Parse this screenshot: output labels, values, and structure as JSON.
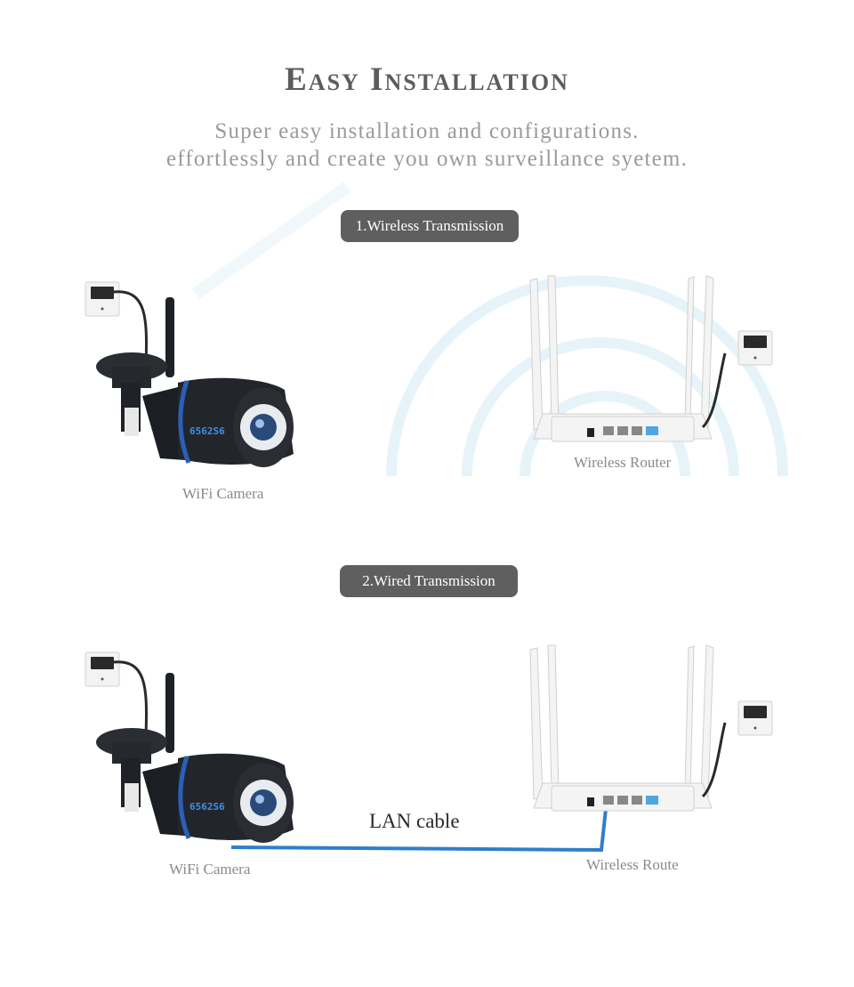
{
  "header": {
    "title": "Easy Installation",
    "subtitle_line1": "Super easy installation and configurations.",
    "subtitle_line2": "effortlessly and create you own surveillance syetem."
  },
  "section1": {
    "label": "1.Wireless Transmission",
    "camera_caption": "WiFi Camera",
    "router_caption": "Wireless Router"
  },
  "section2": {
    "label": "2.Wired Transmission",
    "camera_caption": "WiFi Camera",
    "router_caption": "Wireless Route",
    "cable_label": "LAN cable"
  },
  "camera_badge": "6562S6",
  "colors": {
    "pill_bg": "#5f5f5f",
    "cable_blue": "#2f7fc9",
    "wifi_arcs": "#e3f3fa",
    "camera_body": "#22262b",
    "camera_ring": "#2b5fb8"
  }
}
